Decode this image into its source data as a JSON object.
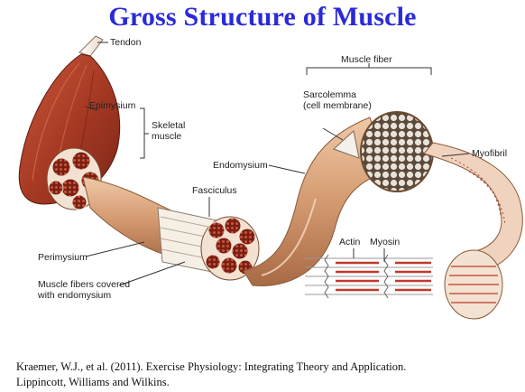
{
  "title": "Gross Structure of Muscle",
  "labels": {
    "tendon": "Tendon",
    "epimysium": "Epimysium",
    "skeletal_muscle": "Skeletal\nmuscle",
    "endomysium": "Endomysium",
    "fasciculus": "Fasciculus",
    "perimysium": "Perimysium",
    "fibers_covered": "Muscle fibers covered\nwith endomysium",
    "muscle_fiber": "Muscle fiber",
    "sarcolemma": "Sarcolemma\n(cell membrane)",
    "myofibril": "Myofibril",
    "actin": "Actin",
    "myosin": "Myosin"
  },
  "citation": {
    "line1": "Kraemer, W.J., et al. (2011). Exercise Physiology: Integrating Theory and Application.",
    "line2": "Lippincott, Williams and Wilkins."
  },
  "colors": {
    "title": "#2a2ad8",
    "muscle": "#b5452c",
    "muscle_dark": "#7a2518",
    "tendon": "#f2e6dc",
    "fiber": "#d8a57e",
    "myofibril": "#e7c3a8",
    "actin": "#9a9a9a",
    "myosin": "#c0392b"
  }
}
